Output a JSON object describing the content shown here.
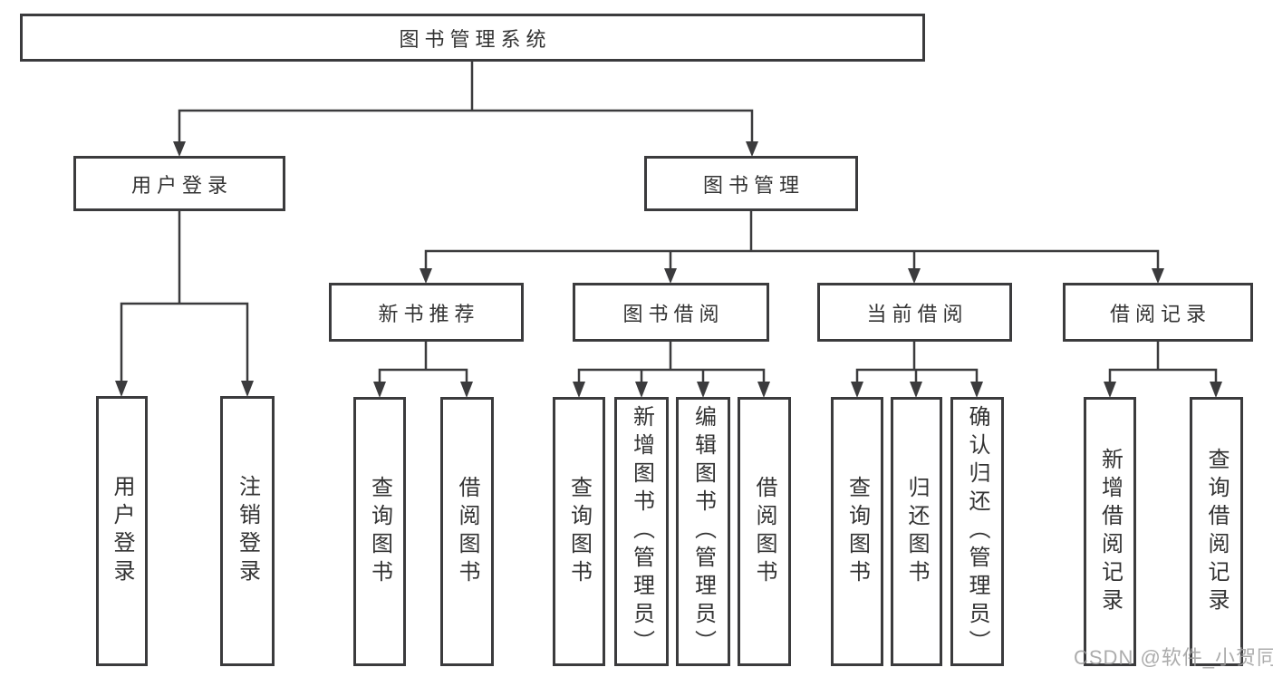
{
  "tree": {
    "label": "图书管理系统",
    "children": [
      {
        "label": "用户登录",
        "children": [
          {
            "label": "用户登录"
          },
          {
            "label": "注销登录"
          }
        ]
      },
      {
        "label": "图书管理",
        "children": [
          {
            "label": "新书推荐",
            "children": [
              {
                "label": "查询图书"
              },
              {
                "label": "借阅图书"
              }
            ]
          },
          {
            "label": "图书借阅",
            "children": [
              {
                "label": "查询图书"
              },
              {
                "label": "新增图书（管理员）"
              },
              {
                "label": "编辑图书（管理员）"
              },
              {
                "label": "借阅图书"
              }
            ]
          },
          {
            "label": "当前借阅",
            "children": [
              {
                "label": "查询图书"
              },
              {
                "label": "归还图书"
              },
              {
                "label": "确认归还（管理员）"
              }
            ]
          },
          {
            "label": "借阅记录",
            "children": [
              {
                "label": "新增借阅记录"
              },
              {
                "label": "查询借阅记录"
              }
            ]
          }
        ]
      }
    ]
  },
  "watermark": {
    "text": "CSDN @软件_小贺同学"
  },
  "colors": {
    "line": "#3b3b3d",
    "text": "#333333",
    "background": "#ffffff",
    "watermark": "#9e9e9e"
  }
}
